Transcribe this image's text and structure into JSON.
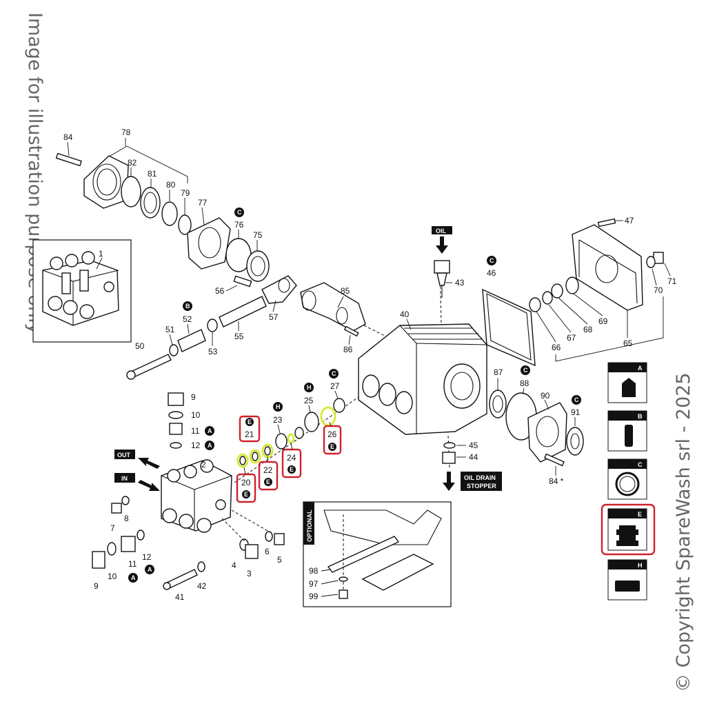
{
  "watermark": {
    "left": "Image for illustration purpose only",
    "right": "© Copyright SpareWash srl - 2025"
  },
  "tags": {
    "oil": "OIL",
    "out": "OUT",
    "in": "IN",
    "oil_drain": "OIL DRAIN",
    "stopper": "STOPPER",
    "optional": "OPTIONAL"
  },
  "legend": [
    {
      "letter": "A",
      "icon": "valve-cap-icon"
    },
    {
      "letter": "B",
      "icon": "plunger-icon"
    },
    {
      "letter": "C",
      "icon": "oring-icon"
    },
    {
      "letter": "E",
      "icon": "seal-kit-icon",
      "highlighted": true
    },
    {
      "letter": "H",
      "icon": "packing-icon"
    }
  ],
  "parts": {
    "p1": "1",
    "p2": "2",
    "p3": "3",
    "p4": "4",
    "p5": "5",
    "p6": "6",
    "p7": "7",
    "p8": "8",
    "p9a": "9",
    "p9b": "9",
    "p10a": "10",
    "p10b": "10",
    "p11a": "11",
    "p11b": "11",
    "p12a": "12",
    "p12b": "12",
    "p20": "20",
    "p21": "21",
    "p22": "22",
    "p23": "23",
    "p24": "24",
    "p25": "25",
    "p26": "26",
    "p27": "27",
    "p40": "40",
    "p41": "41",
    "p42": "42",
    "p43": "43",
    "p44": "44",
    "p45": "45",
    "p46": "46",
    "p47": "47",
    "p50": "50",
    "p51": "51",
    "p52": "52",
    "p53": "53",
    "p55": "55",
    "p56": "56",
    "p57": "57",
    "p65": "65",
    "p66": "66",
    "p67": "67",
    "p68": "68",
    "p69": "69",
    "p70": "70",
    "p71": "71",
    "p75": "75",
    "p76": "76",
    "p77": "77",
    "p78": "78",
    "p79": "79",
    "p80": "80",
    "p81": "81",
    "p82": "82",
    "p84a": "84",
    "p84b": "84 *",
    "p85": "85",
    "p86": "86",
    "p87": "87",
    "p88": "88",
    "p90": "90",
    "p91": "91",
    "p97": "97",
    "p98": "98",
    "p99": "99"
  },
  "badges": {
    "c76": "C",
    "c46": "C",
    "c27": "C",
    "c88": "C",
    "c91": "C",
    "b52": "B",
    "h25": "H",
    "h23": "H",
    "a11a": "A",
    "a12a": "A",
    "a11b": "A",
    "e21": "E",
    "e20": "E",
    "e22": "E",
    "e24": "E",
    "e26": "E"
  }
}
